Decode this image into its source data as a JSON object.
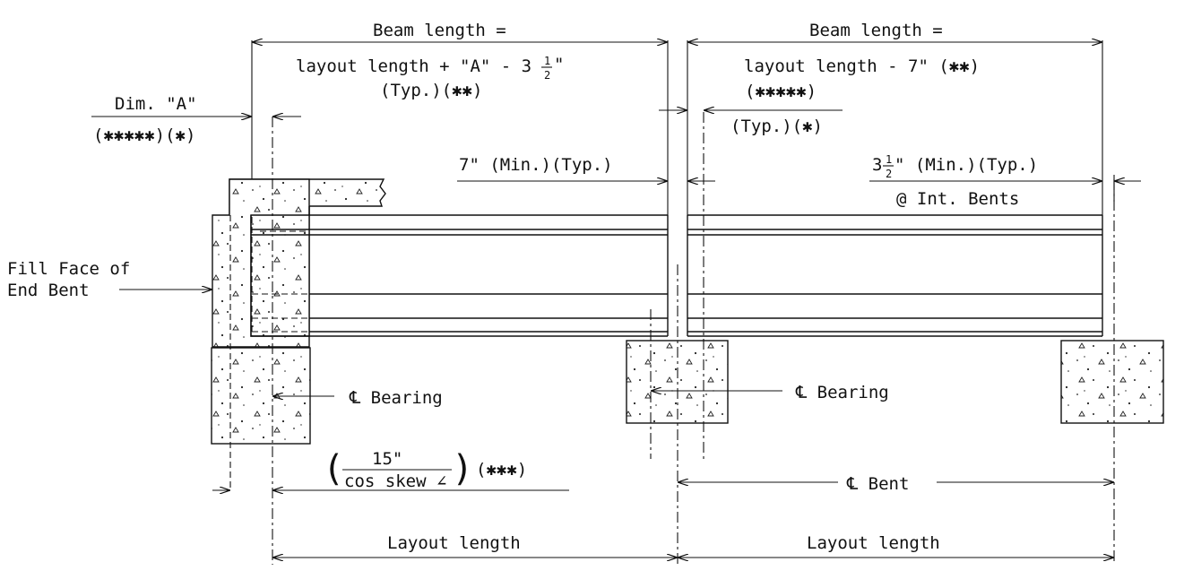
{
  "dimensions": {
    "left_beam_length_line1": "Beam length =",
    "left_beam_length_line2": "layout length + \"A\" - 3",
    "left_beam_length_frac_num": "1",
    "left_beam_length_frac_den": "2",
    "left_beam_length_frac_unit": "\"",
    "left_beam_length_note": "(Typ.)(✱✱)",
    "right_beam_length_line1": "Beam length =",
    "right_beam_length_line2": "layout length - 7\" (✱✱)",
    "dim_a_label": "Dim. \"A\"",
    "dim_a_note": "(✱✱✱✱✱)(✱)",
    "gap_note_top": "(✱✱✱✱✱)",
    "gap_note_bottom": "(Typ.)(✱)",
    "seven_min": "7\" (Min.)(Typ.)",
    "three_half_prefix": "3",
    "three_half_frac_num": "1",
    "three_half_frac_den": "2",
    "three_half_suffix": "\" (Min.)(Typ.)",
    "int_bents": "@ Int. Bents",
    "fill_face_line1": "Fill Face of",
    "fill_face_line2": "End Bent",
    "bearing_left": "℄ Bearing",
    "bearing_right": "℄ Bearing",
    "skew_num": "15\"",
    "skew_den": "cos skew ∠",
    "skew_note": "(✱✱✱)",
    "bent_label": "℄ Bent",
    "layout_length_left": "Layout length",
    "layout_length_right": "Layout length"
  }
}
